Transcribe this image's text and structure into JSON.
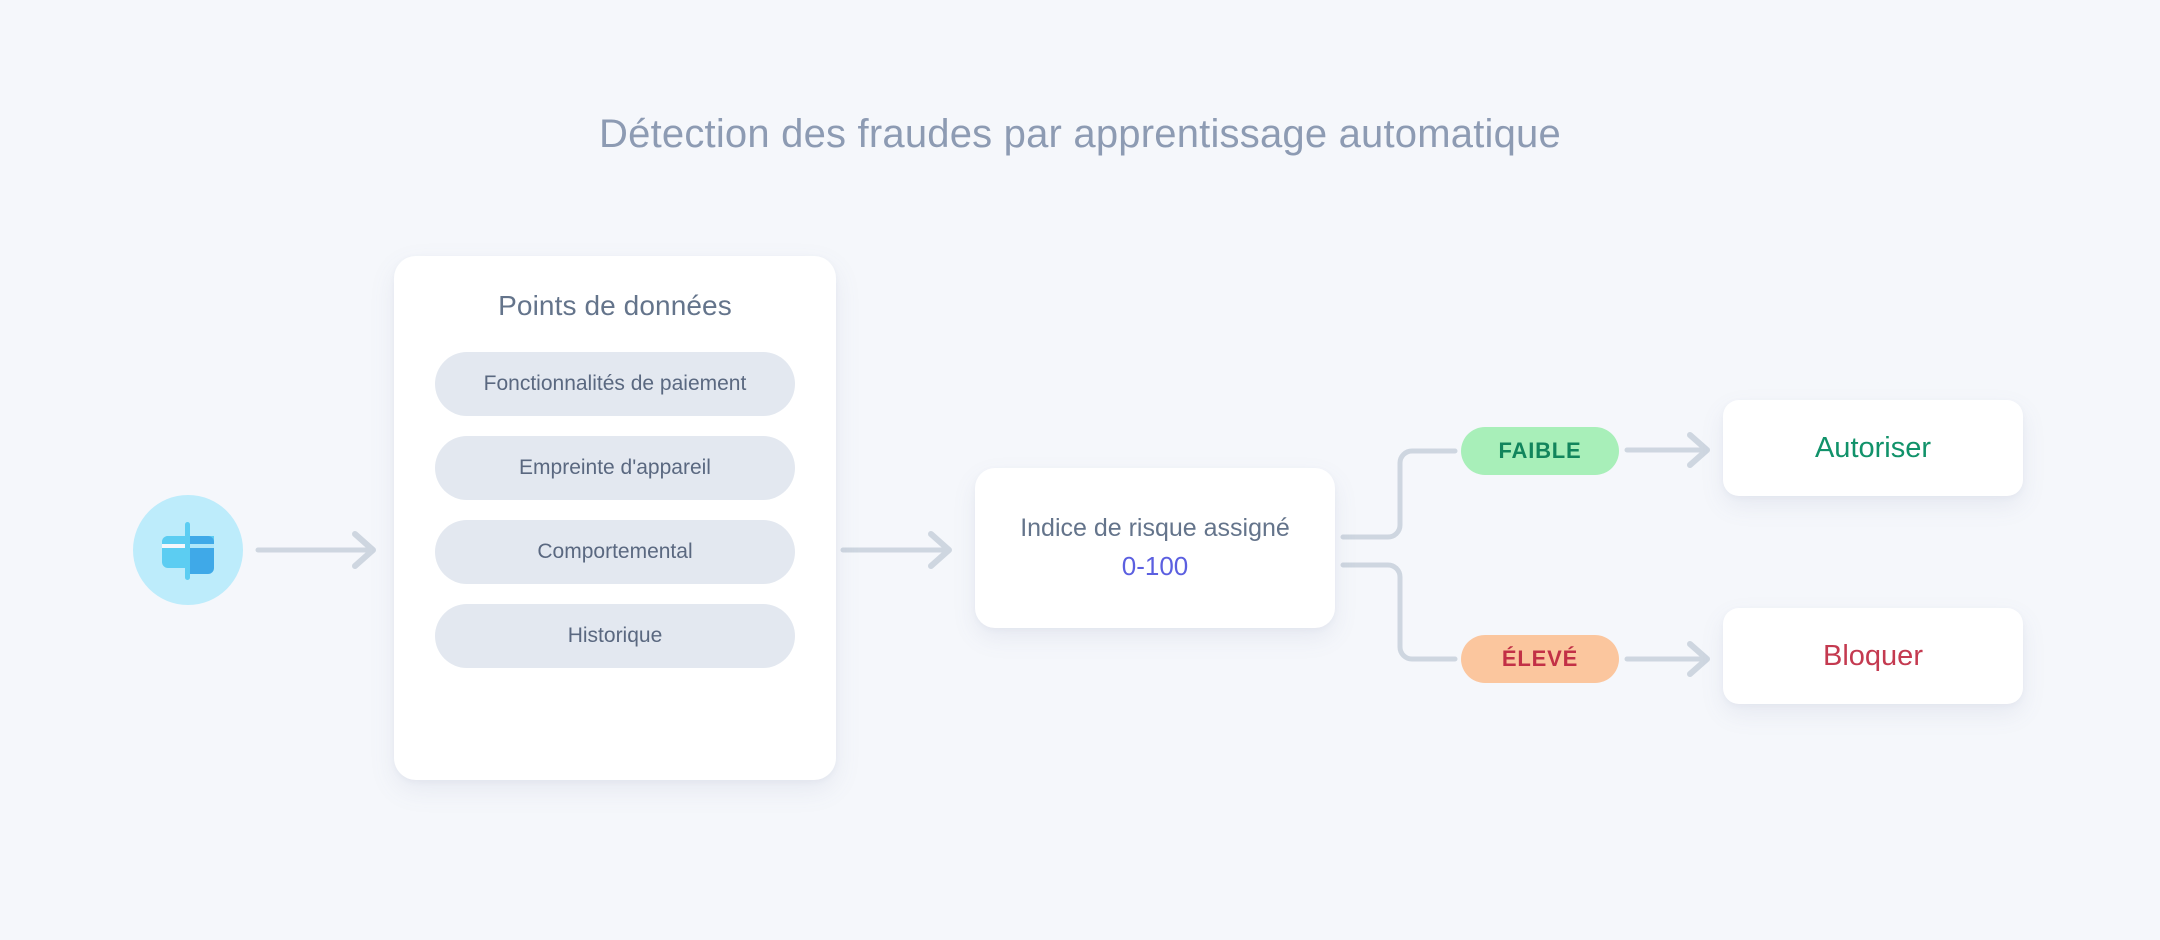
{
  "page": {
    "title": "Détection des fraudes par apprentissage automatique",
    "background_color": "#f5f7fb",
    "title_color": "#8d9bb3"
  },
  "source": {
    "icon_name": "payment-card-icon",
    "circle_color": "#bdecfb",
    "card_light_color": "#5ccdf2",
    "card_dark_color": "#3fa9e8"
  },
  "data_card": {
    "title": "Points de données",
    "pill_background": "#e3e8f0",
    "pill_text_color": "#5a6880",
    "items": [
      {
        "label": "Fonctionnalités de paiement"
      },
      {
        "label": "Empreinte d'appareil"
      },
      {
        "label": "Comportemental"
      },
      {
        "label": "Historique"
      }
    ]
  },
  "risk": {
    "label": "Indice de risque assigné",
    "range": "0-100",
    "range_color": "#5b5fe0",
    "label_color": "#64748b"
  },
  "branches": [
    {
      "badge": "FAIBLE",
      "badge_background": "#a8efb9",
      "badge_text_color": "#12855c",
      "outcome": "Autoriser",
      "outcome_text_color": "#11926a"
    },
    {
      "badge": "ÉLEVÉ",
      "badge_background": "#fbc69e",
      "badge_text_color": "#c23046",
      "outcome": "Bloquer",
      "outcome_text_color": "#c43a50"
    }
  ],
  "connectors": {
    "line_color": "#ced6e0"
  }
}
